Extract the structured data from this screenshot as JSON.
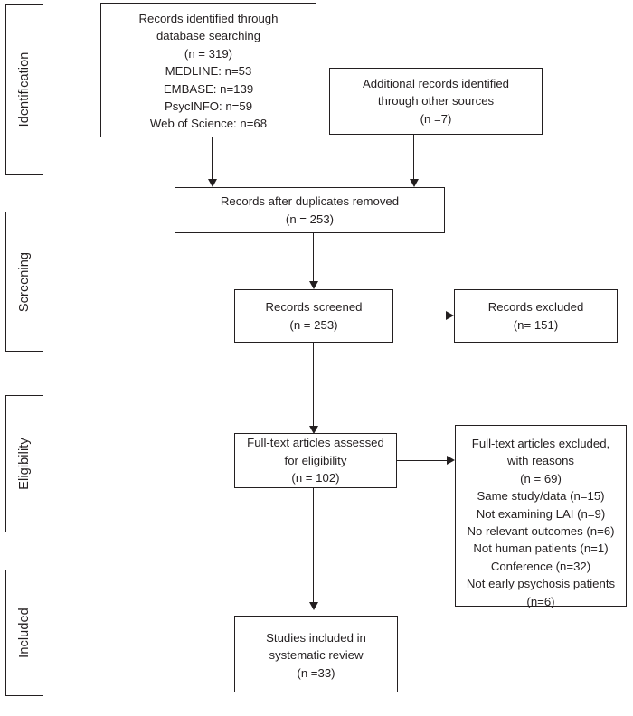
{
  "diagram": {
    "type": "prisma-flow-diagram",
    "title": "PRISMA study selection flow diagram",
    "colors": {
      "stroke": "#231f20",
      "background": "#ffffff",
      "text": "#231f20"
    }
  },
  "stages": [
    {
      "id": "identification",
      "label": "Identification"
    },
    {
      "id": "screening",
      "label": "Screening"
    },
    {
      "id": "eligibility",
      "label": "Eligibility"
    },
    {
      "id": "included",
      "label": "Included"
    }
  ],
  "boxes": {
    "database_search": {
      "id": "records-identified-database",
      "lines": [
        "Records identified through",
        "database searching",
        "(n =  319)",
        "MEDLINE: n=53",
        "EMBASE: n=139",
        "PsycINFO: n=59",
        "Web of Science: n=68"
      ]
    },
    "other_sources": {
      "id": "additional-records-other-sources",
      "lines": [
        "Additional records identified",
        "through other sources",
        "(n =7)"
      ]
    },
    "duplicates_removed": {
      "id": "records-after-duplicates-removed",
      "lines": [
        "Records after duplicates removed",
        "(n = 253)"
      ]
    },
    "records_screened": {
      "id": "records-screened",
      "lines": [
        "Records screened",
        "(n = 253)"
      ]
    },
    "records_excluded": {
      "id": "records-excluded",
      "lines": [
        "Records excluded",
        "(n= 151)"
      ]
    },
    "fulltext_assessed": {
      "id": "fulltext-articles-assessed",
      "lines": [
        "Full-text articles assessed",
        "for eligibility",
        "(n = 102)"
      ]
    },
    "fulltext_excluded": {
      "id": "fulltext-articles-excluded",
      "lines": [
        "Full-text articles excluded,",
        "with reasons",
        "(n = 69)",
        "Same study/data (n=15)",
        "Not examining LAI (n=9)",
        "No relevant outcomes (n=6)",
        "Not human patients (n=1)",
        "Conference (n=32)",
        "Not early psychosis patients",
        "(n=6)"
      ]
    },
    "studies_included": {
      "id": "studies-included-systematic-review",
      "lines": [
        "Studies included in",
        "systematic review",
        "(n =33)"
      ]
    }
  },
  "counts": {
    "identified_database": 319,
    "medline": 53,
    "embase": 139,
    "psycinfo": 59,
    "web_of_science": 68,
    "other_sources": 7,
    "after_duplicates": 253,
    "screened": 253,
    "excluded_screening": 151,
    "fulltext_assessed": 102,
    "fulltext_excluded": 69,
    "reason_same_study_data": 15,
    "reason_not_examining_lai": 9,
    "reason_no_relevant_outcomes": 6,
    "reason_not_human_patients": 1,
    "reason_conference": 32,
    "reason_not_early_psychosis": 6,
    "included": 33
  },
  "connectors": [
    {
      "id": "database-to-duplicates",
      "kind": "vertical-arrow"
    },
    {
      "id": "other-to-duplicates",
      "kind": "vertical-arrow"
    },
    {
      "id": "duplicates-to-screened",
      "kind": "vertical-arrow"
    },
    {
      "id": "screened-to-excluded",
      "kind": "horizontal-arrow"
    },
    {
      "id": "screened-to-fulltext",
      "kind": "vertical-arrow"
    },
    {
      "id": "fulltext-to-excluded",
      "kind": "horizontal-arrow"
    },
    {
      "id": "fulltext-to-included",
      "kind": "vertical-arrow"
    }
  ]
}
